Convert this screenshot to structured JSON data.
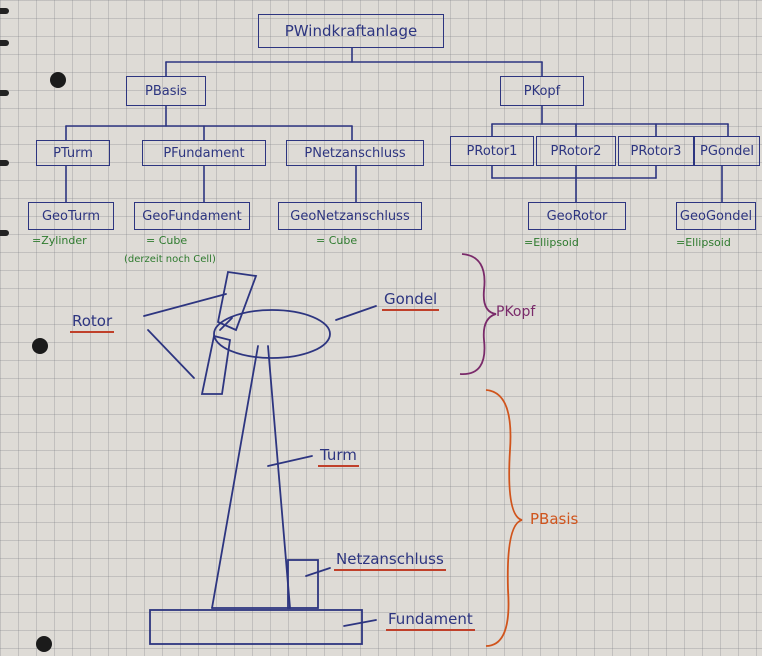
{
  "tree": {
    "root": "PWindkraftanlage",
    "level1": [
      "PBasis",
      "PKopf"
    ],
    "level2": [
      "PTurm",
      "PFundament",
      "PNetzanschluss",
      "PRotor1",
      "PRotor2",
      "PRotor3",
      "PGondel"
    ],
    "level3": [
      "GeoTurm",
      "GeoFundament",
      "GeoNetzanschluss",
      "GeoRotor",
      "GeoGondel"
    ],
    "notes": [
      "=Zylinder",
      "= Cube",
      "(derzeit noch Cell)",
      "= Cube",
      "=Ellipsoid",
      "=Ellipsoid"
    ]
  },
  "sketch": {
    "labels": [
      "Rotor",
      "Gondel",
      "Turm",
      "Netzanschluss",
      "Fundament"
    ],
    "braces": [
      "PKopf",
      "PBasis"
    ]
  },
  "colors": {
    "ink": "#2d3580",
    "green": "#2e7a2e",
    "purple": "#7a2a6a",
    "orange": "#d0541c",
    "red_underline": "#c0402a"
  }
}
